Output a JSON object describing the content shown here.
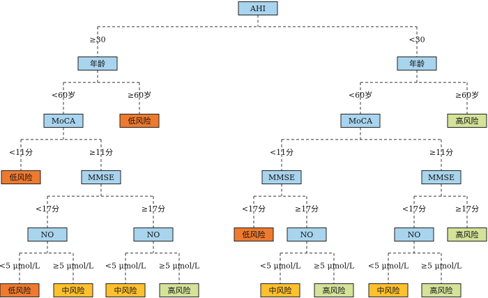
{
  "colors": {
    "feature": "#a9d4ee",
    "low_risk": "#ee7a2f",
    "mid_risk": "#fdc02f",
    "high_risk": "#d4e29a"
  },
  "nodes": [
    {
      "id": "n0",
      "text": "AHI",
      "kind": "feature"
    },
    {
      "id": "n1",
      "text": "年龄",
      "kind": "feature"
    },
    {
      "id": "n2",
      "text": "年龄",
      "kind": "feature"
    },
    {
      "id": "n3",
      "text": "MoCA",
      "kind": "feature"
    },
    {
      "id": "n4",
      "text": "低风险",
      "kind": "low_risk"
    },
    {
      "id": "n5",
      "text": "MoCA",
      "kind": "feature"
    },
    {
      "id": "n6",
      "text": "高风险",
      "kind": "high_risk"
    },
    {
      "id": "n7",
      "text": "低风险",
      "kind": "low_risk"
    },
    {
      "id": "n8",
      "text": "MMSE",
      "kind": "feature"
    },
    {
      "id": "n9",
      "text": "MMSE",
      "kind": "feature"
    },
    {
      "id": "n10",
      "text": "MMSE",
      "kind": "feature"
    },
    {
      "id": "n11",
      "text": "NO",
      "kind": "feature"
    },
    {
      "id": "n12",
      "text": "NO",
      "kind": "feature"
    },
    {
      "id": "n13",
      "text": "低风险",
      "kind": "low_risk"
    },
    {
      "id": "n14",
      "text": "NO",
      "kind": "feature"
    },
    {
      "id": "n15",
      "text": "NO",
      "kind": "feature"
    },
    {
      "id": "n16",
      "text": "高风险",
      "kind": "high_risk"
    },
    {
      "id": "n17",
      "text": "低风险",
      "kind": "low_risk"
    },
    {
      "id": "n18",
      "text": "中风险",
      "kind": "mid_risk"
    },
    {
      "id": "n19",
      "text": "中风险",
      "kind": "mid_risk"
    },
    {
      "id": "n20",
      "text": "高风险",
      "kind": "high_risk"
    },
    {
      "id": "n21",
      "text": "中风险",
      "kind": "mid_risk"
    },
    {
      "id": "n22",
      "text": "高风险",
      "kind": "high_risk"
    },
    {
      "id": "n23",
      "text": "中风险",
      "kind": "mid_risk"
    },
    {
      "id": "n24",
      "text": "高风险",
      "kind": "high_risk"
    }
  ],
  "edges": [
    {
      "from": "n0",
      "to": "n1",
      "label": "≥30"
    },
    {
      "from": "n0",
      "to": "n2",
      "label": "<30"
    },
    {
      "from": "n1",
      "to": "n3",
      "label": "<60岁"
    },
    {
      "from": "n1",
      "to": "n4",
      "label": "≥60岁"
    },
    {
      "from": "n2",
      "to": "n5",
      "label": "<60岁"
    },
    {
      "from": "n2",
      "to": "n6",
      "label": "≥60岁"
    },
    {
      "from": "n3",
      "to": "n7",
      "label": "<11分"
    },
    {
      "from": "n3",
      "to": "n8",
      "label": "≥11分"
    },
    {
      "from": "n5",
      "to": "n9",
      "label": "<11分"
    },
    {
      "from": "n5",
      "to": "n10",
      "label": "≥11分"
    },
    {
      "from": "n8",
      "to": "n11",
      "label": "<17分"
    },
    {
      "from": "n8",
      "to": "n12",
      "label": "≥17分"
    },
    {
      "from": "n9",
      "to": "n13",
      "label": "<17分"
    },
    {
      "from": "n9",
      "to": "n14",
      "label": "≥17分"
    },
    {
      "from": "n10",
      "to": "n15",
      "label": "<17分"
    },
    {
      "from": "n10",
      "to": "n16",
      "label": "≥17分"
    },
    {
      "from": "n11",
      "to": "n17",
      "label": "<5 μmol/L"
    },
    {
      "from": "n11",
      "to": "n18",
      "label": "≥5 μmol/L"
    },
    {
      "from": "n12",
      "to": "n19",
      "label": "<5 μmol/L"
    },
    {
      "from": "n12",
      "to": "n20",
      "label": "≥5 μmol/L"
    },
    {
      "from": "n14",
      "to": "n21",
      "label": "<5 μmol/L"
    },
    {
      "from": "n14",
      "to": "n22",
      "label": "≥5 μmol/L"
    },
    {
      "from": "n15",
      "to": "n23",
      "label": "<5 μmol/L"
    },
    {
      "from": "n15",
      "to": "n24",
      "label": "≥5 μmol/L"
    }
  ]
}
